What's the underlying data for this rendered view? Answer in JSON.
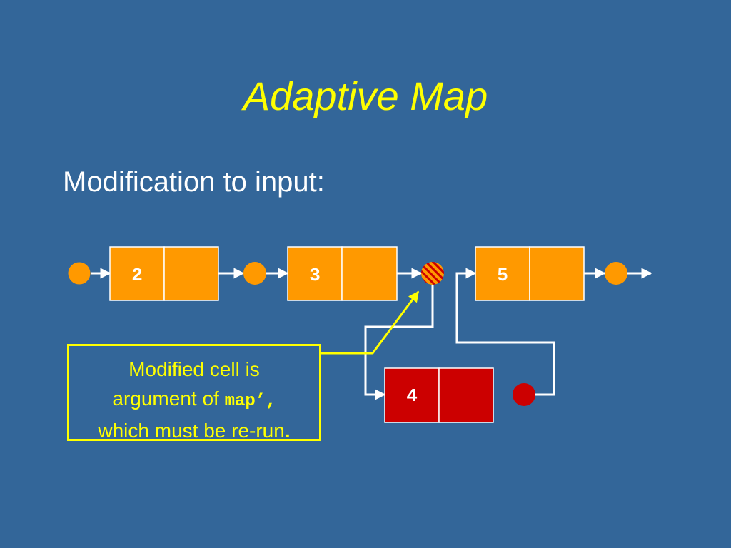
{
  "slide": {
    "title": "Adaptive Map",
    "subtitle": "Modification to input:"
  },
  "cells": [
    {
      "id": "cell-2",
      "label": "2"
    },
    {
      "id": "cell-3",
      "label": "3"
    },
    {
      "id": "cell-5",
      "label": "5"
    },
    {
      "id": "cell-4",
      "label": "4"
    }
  ],
  "callout": {
    "line1": "Modified cell is",
    "line2_text": "argument of ",
    "line2_code": "map’,",
    "line3_text": "which must be re-run",
    "line3_punct": "."
  },
  "colors": {
    "background": "#336699",
    "cell_orange": "#ff9900",
    "cell_red": "#cc0000",
    "accent_yellow": "#ffff00",
    "line_white": "#ffffff"
  }
}
